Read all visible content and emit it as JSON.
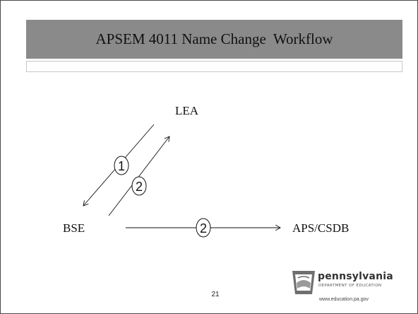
{
  "slide": {
    "title": "APSEM 4011 Name Change  Workflow",
    "page_number": "21"
  },
  "diagram": {
    "nodes": {
      "lea": "LEA",
      "bse": "BSE",
      "aps": "APS/CSDB"
    },
    "edges": [
      {
        "from": "LEA",
        "to": "BSE",
        "step": "1"
      },
      {
        "from": "BSE",
        "to": "LEA",
        "step": "2"
      },
      {
        "from": "BSE",
        "to": "APS/CSDB",
        "step": "2"
      }
    ]
  },
  "logo": {
    "name": "pennsylvania",
    "department": "DEPARTMENT OF EDUCATION",
    "url": "www.education.pa.gov"
  }
}
